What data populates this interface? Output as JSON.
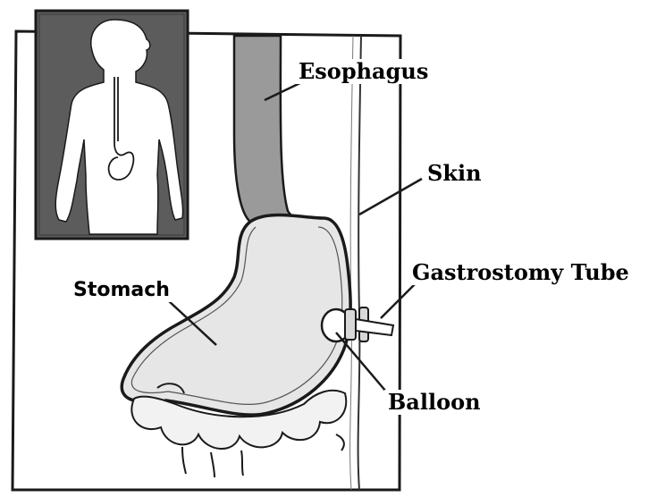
{
  "labels": {
    "esophagus": "Esophagus",
    "skin": "Skin",
    "gastrostomy_tube": "Gastrostomy Tube",
    "stomach": "Stomach",
    "balloon": "Balloon"
  },
  "colors": {
    "ink": "#1a1a1a",
    "esophagus_fill": "#9a9a9a",
    "inset_background": "#5c5c5c",
    "panel_background": "#ffffff"
  }
}
